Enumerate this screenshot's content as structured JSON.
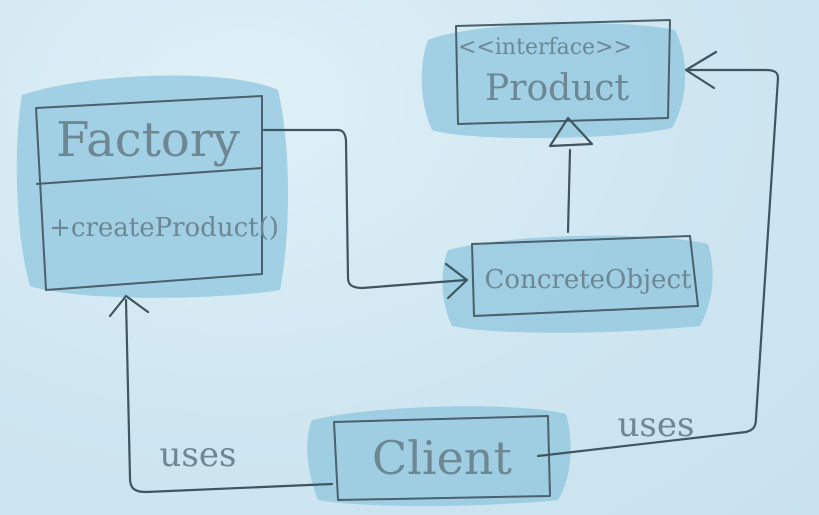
{
  "diagram": {
    "product": {
      "stereotype": "<<interface>>",
      "name": "Product"
    },
    "factory": {
      "name": "Factory",
      "method": "+createProduct()"
    },
    "concrete_object": {
      "name": "ConcreteObject"
    },
    "client": {
      "name": "Client"
    },
    "edges": {
      "client_to_factory_label": "uses",
      "client_to_product_label": "uses"
    },
    "colors": {
      "background": "#d3e9f3",
      "box_fill": "#8fc6de",
      "ink": "#3f5560",
      "text": "#6d8793"
    }
  }
}
